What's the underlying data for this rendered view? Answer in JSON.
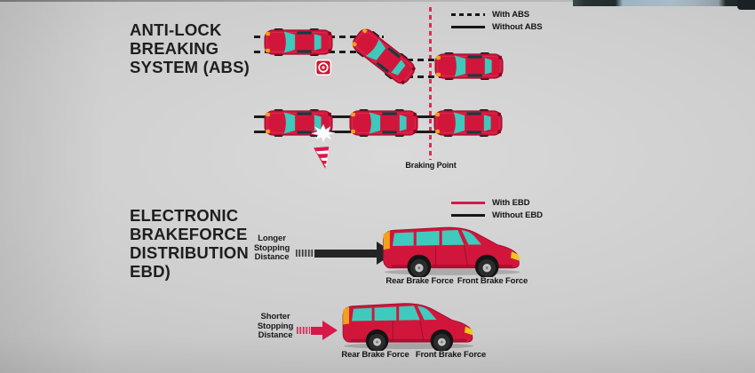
{
  "abs": {
    "title": "ANTI-LOCK\nBREAKING\nSYSTEM (ABS)",
    "legend": [
      {
        "label": "With ABS",
        "line_style": "dashed-black"
      },
      {
        "label": "Without ABS",
        "line_style": "solid-black"
      }
    ],
    "braking_point_label": "Braking Point"
  },
  "ebd": {
    "title": "ELECTRONIC\nBRAKEFORCE\nDISTRIBUTION\nEBD)",
    "legend": [
      {
        "label": "With EBD",
        "line_style": "solid-red"
      },
      {
        "label": "Without EBD",
        "line_style": "solid-black"
      }
    ],
    "scenarios": [
      {
        "distance_label": "Longer\nStopping\nDistance",
        "arrow": "long-black-arrow",
        "rear_force_label": "Rear Brake Force",
        "front_force_label": "Front Brake Force"
      },
      {
        "distance_label": "Shorter\nStopping\nDistance",
        "arrow": "short-red-arrow",
        "rear_force_label": "Rear Brake Force",
        "front_force_label": "Front Brake Force"
      }
    ]
  },
  "icons": {
    "target": "target-bullseye-icon",
    "impact": "impact-spark-icon"
  },
  "colors": {
    "car_red": "#d2163b",
    "accent_red": "#d8174b",
    "teal_glass": "#40cabe",
    "ink": "#1c1c1c",
    "background_grey": "#cccccc"
  }
}
